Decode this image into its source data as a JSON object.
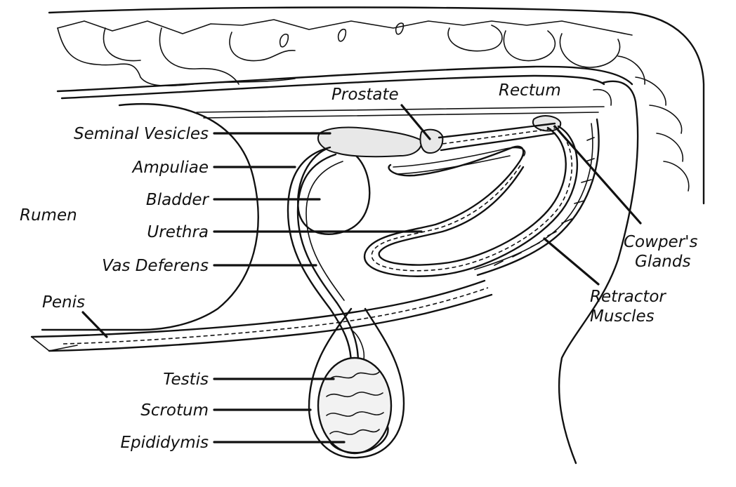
{
  "labels": {
    "seminal_vesicles": "Seminal Vesicles",
    "ampuliae": "Ampuliae",
    "bladder": "Bladder",
    "rumen": "Rumen",
    "urethra": "Urethra",
    "vas_deferens": "Vas Deferens",
    "penis": "Penis",
    "testis": "Testis",
    "scrotum": "Scrotum",
    "epididymis": "Epididymis",
    "prostate": "Prostate",
    "rectum": "Rectum",
    "cowpers": "Cowper's",
    "glands": "Glands",
    "retractor": "Retractor",
    "muscles": "Muscles"
  }
}
